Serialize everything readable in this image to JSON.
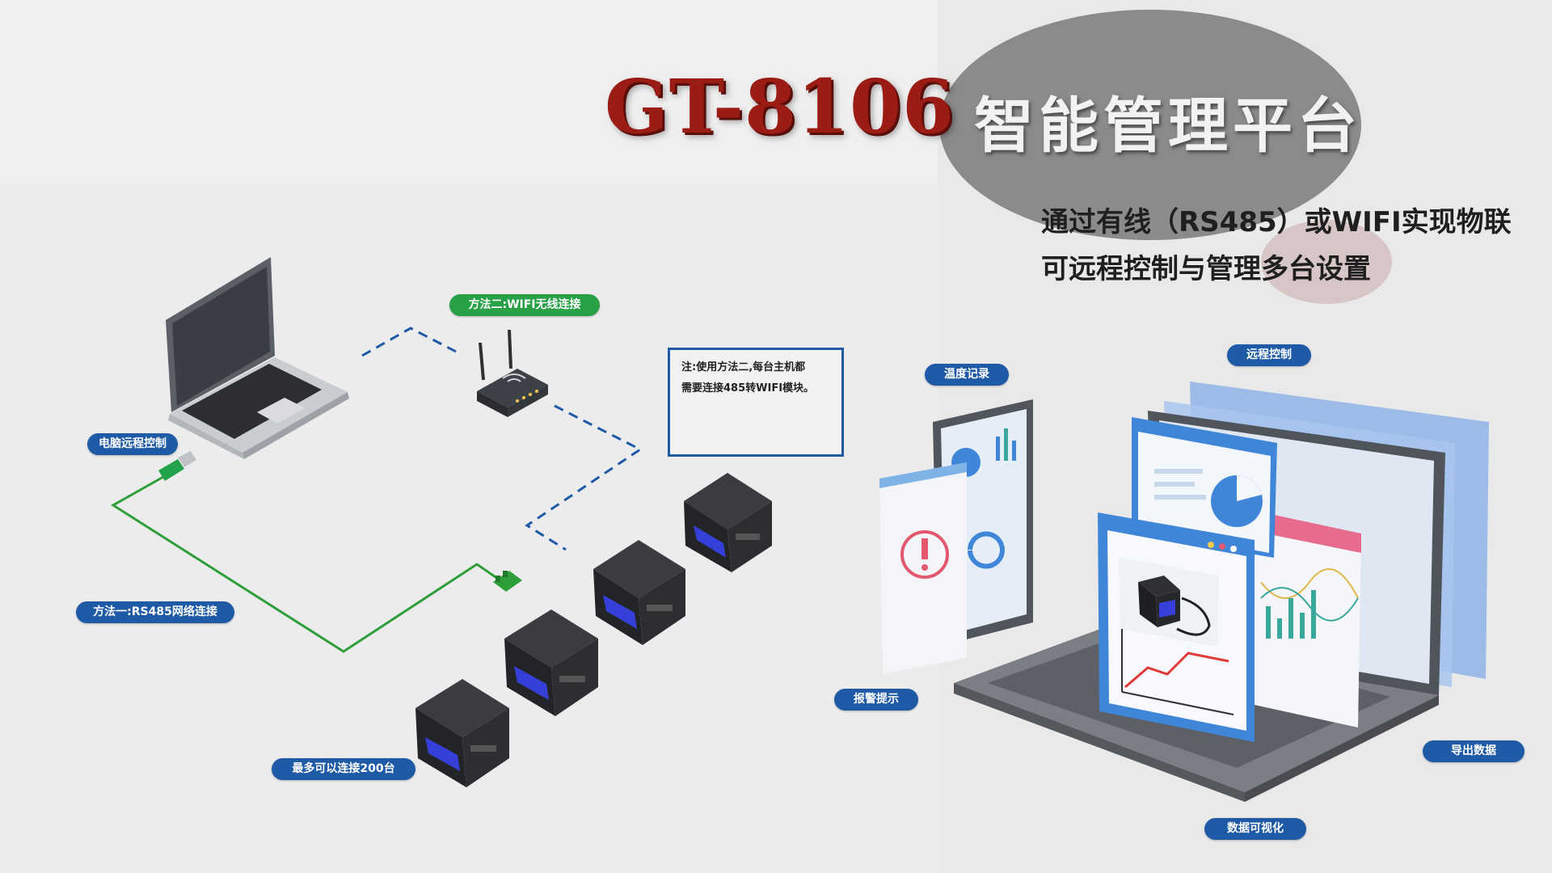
{
  "header": {
    "product_title": "GT-8106",
    "platform_title": "智能管理平台",
    "subtitle_line1": "通过有线（RS485）或WIFI实现物联",
    "subtitle_line2": "可远程控制与管理多台设置"
  },
  "network_diagram": {
    "labels": {
      "pc_remote_control": "电脑远程控制",
      "method_two_wifi": "方法二:WIFI无线连接",
      "method_one_rs485": "方法一:RS485网络连接",
      "max_connect": "最多可以连接200台"
    },
    "note": {
      "line1": "注:使用方法二,每台主机都",
      "line2": "需要连接485转WIFI模块。"
    }
  },
  "platform_features": {
    "labels": {
      "temperature_log": "温度记录",
      "remote_control": "远程控制",
      "alarm_prompt": "报警提示",
      "export_data": "导出数据",
      "data_visualization": "数据可视化"
    }
  },
  "colors": {
    "title_red": "#9b1c14",
    "label_blue": "#1e5aa6",
    "label_green": "#28a046",
    "rs485_line": "#2e9e3a",
    "wifi_dash": "#1e5aa6",
    "device_accent": "#3540d8"
  },
  "icons": [
    "laptop-icon",
    "router-icon",
    "wifi-module-icon",
    "usb-adapter-icon",
    "terminal-connector-icon",
    "soldering-station-icon",
    "alert-icon",
    "chart-icon"
  ]
}
